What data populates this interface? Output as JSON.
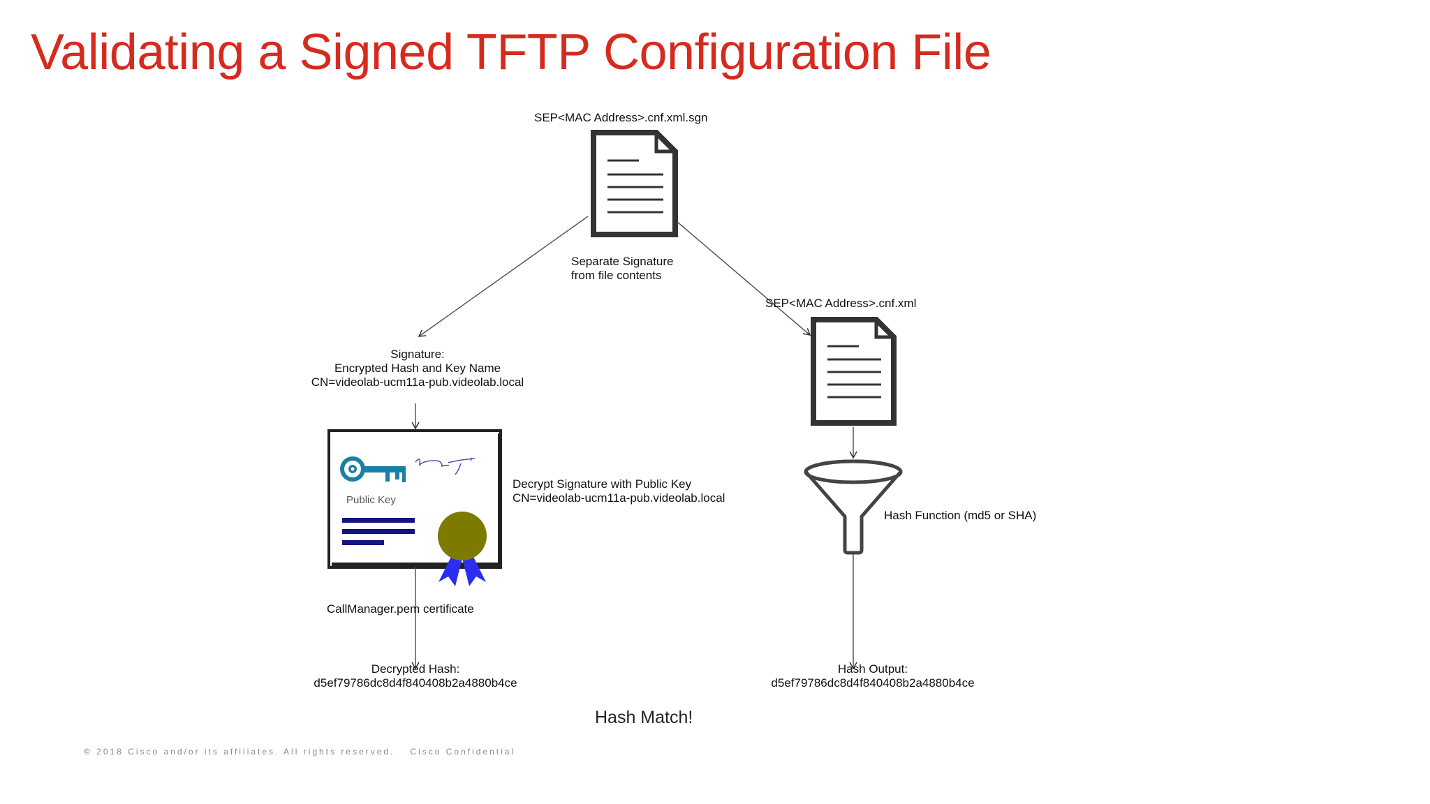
{
  "slide": {
    "title": "Validating a Signed TFTP Configuration File"
  },
  "diagram": {
    "signed_file_label": "SEP<MAC Address>.cnf.xml.sgn",
    "separate_step": [
      "Separate Signature",
      "from file contents"
    ],
    "config_file_label": "SEP<MAC Address>.cnf.xml",
    "signature_label": [
      "Signature:",
      "Encrypted Hash and Key Name",
      "CN=videolab-ucm11a-pub.videolab.local"
    ],
    "decrypt_step": [
      "Decrypt Signature with Public Key",
      "CN=videolab-ucm11a-pub.videolab.local"
    ],
    "certificate_inner_label": "Public Key",
    "certificate_label": "CallManager.pem certificate",
    "hash_function_label": "Hash Function (md5 or SHA)",
    "decrypted_hash": [
      "Decrypted Hash:",
      "d5ef79786dc8d4f840408b2a4880b4ce"
    ],
    "hash_output": [
      "Hash Output:",
      "d5ef79786dc8d4f840408b2a4880b4ce"
    ],
    "result": "Hash Match!"
  },
  "footer": {
    "copyright": "© 2018 Cisco and/or its affiliates. All rights reserved.",
    "confidential": "Cisco Confidential"
  },
  "colors": {
    "title": "#d52b1e",
    "key": "#1a7fa5",
    "cert_lines": "#141480",
    "seal": "#7d7a00",
    "ribbon": "#2d2df0"
  }
}
